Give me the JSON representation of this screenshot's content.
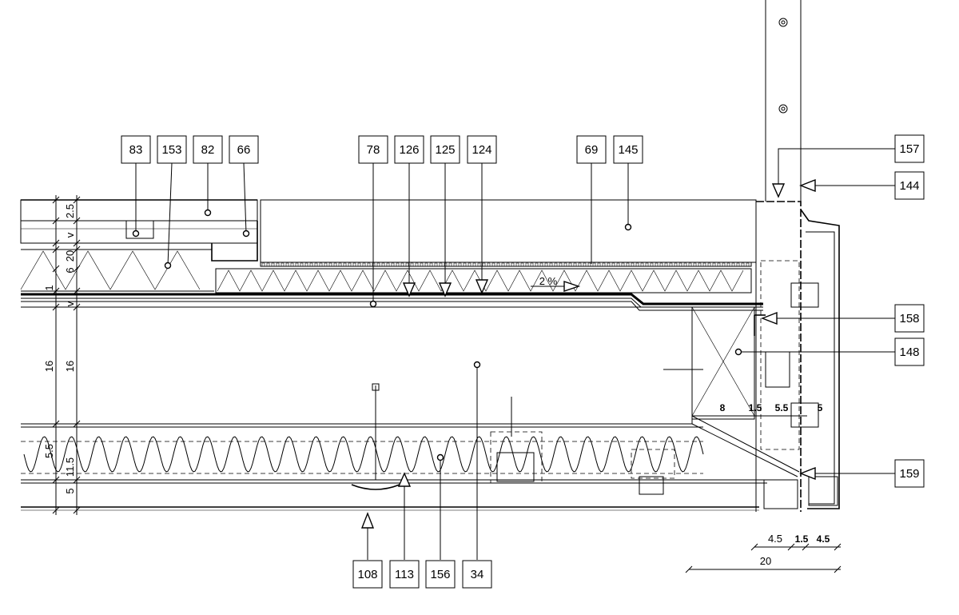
{
  "drawing": {
    "tags_top": [
      "83",
      "153",
      "82",
      "66",
      "78",
      "126",
      "125",
      "124",
      "69",
      "145"
    ],
    "tags_bottom": [
      "108",
      "113",
      "156",
      "34"
    ],
    "tags_right": [
      "157",
      "144",
      "158",
      "148",
      "159"
    ],
    "slope_label": "2 %",
    "left_dims_outer": [
      "2.5",
      "v",
      "20",
      "6",
      "v",
      "16",
      "11.5",
      "5"
    ],
    "left_dims_inner": [
      "1",
      "16",
      "5.5"
    ],
    "right_dims": [
      "8",
      "1.5",
      "5.5",
      "5"
    ],
    "bottom_dims": [
      "4.5",
      "1.5",
      "4.5"
    ],
    "bottom_total": "20"
  }
}
